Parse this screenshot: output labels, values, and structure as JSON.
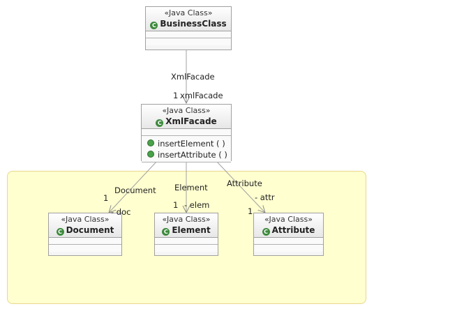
{
  "classes": {
    "business": {
      "stereotype": "«Java Class»",
      "name": "BusinessClass"
    },
    "xmlfacade": {
      "stereotype": "«Java Class»",
      "name": "XmlFacade",
      "operations": [
        "insertElement ( )",
        "insertAttribute ( )"
      ]
    },
    "document": {
      "stereotype": "«Java Class»",
      "name": "Document"
    },
    "element": {
      "stereotype": "«Java Class»",
      "name": "Element"
    },
    "attribute": {
      "stereotype": "«Java Class»",
      "name": "Attribute"
    }
  },
  "edges": {
    "business_xml": {
      "name": "XmlFacade",
      "multiplicity": "1",
      "role": "xmlFacade"
    },
    "xml_document": {
      "name": "Document",
      "multiplicity": "1",
      "role": "- doc"
    },
    "xml_element": {
      "name": "Element",
      "multiplicity": "1",
      "role": "- elem"
    },
    "xml_attribute": {
      "name": "Attribute",
      "multiplicity": "1",
      "role": "- attr"
    }
  },
  "icon_letter": "C"
}
